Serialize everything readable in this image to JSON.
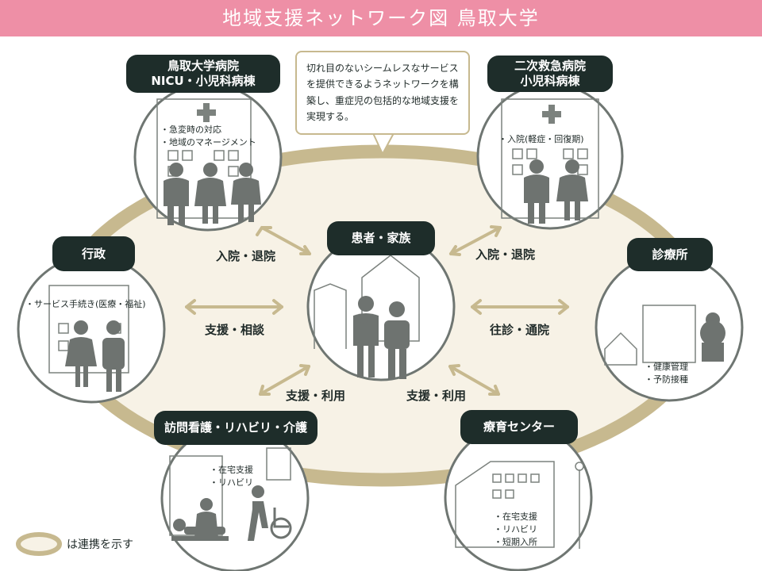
{
  "title": "地域支援ネットワーク図 鳥取大学",
  "callout": "切れ目のないシームレスなサービスを提供できるようネットワークを構築し、重症児の包括的な地域支援を実現する。",
  "legend": "は連携を示す",
  "center": {
    "label": "患者・家族"
  },
  "nodes": {
    "tottori_hospital": {
      "label": "鳥取大学病院\nNICU・小児科病棟",
      "notes": [
        "・急変時の対応",
        "・地域のマネージメント"
      ]
    },
    "secondary_hospital": {
      "label": "二次救急病院\n小児科病棟",
      "notes": [
        "・入院(軽症・回復期)"
      ]
    },
    "gyosei": {
      "label": "行政",
      "notes": [
        "・サービス手続き(医療・福祉)"
      ]
    },
    "clinic": {
      "label": "診療所",
      "notes": [
        "・健康管理",
        "・予防接種"
      ]
    },
    "home_care": {
      "label": "訪問看護・リハビリ・介護",
      "notes": [
        "・在宅支援",
        "・リハビリ"
      ]
    },
    "ryoiku": {
      "label": "療育センター",
      "notes": [
        "・在宅支援",
        "・リハビリ",
        "・短期入所"
      ]
    }
  },
  "edges": {
    "left_top": "入院・退院",
    "right_top": "入院・退院",
    "left_mid": "支援・相談",
    "right_mid": "往診・通院",
    "left_bottom": "支援・利用",
    "right_bottom": "支援・利用"
  },
  "colors": {
    "banner": "#ee8fa6",
    "ring": "#c7b98f",
    "ring_fill": "#f7f2e6",
    "label_bg": "#1e2d2a",
    "circle_border": "#6f7672",
    "arrow": "#c7b98f",
    "figure": "#6e7370"
  }
}
